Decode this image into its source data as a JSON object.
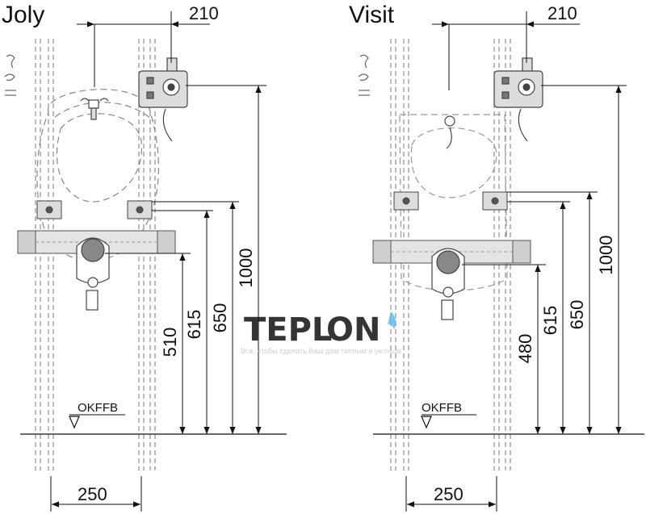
{
  "left": {
    "title": "Joly",
    "dim_top": "210",
    "dim_bottom": "250",
    "dim_1000": "1000",
    "dim_650": "650",
    "dim_615": "615",
    "dim_low": "510",
    "floor_ref": "OKFFB"
  },
  "right": {
    "title": "Visit",
    "dim_top": "210",
    "dim_bottom": "250",
    "dim_1000": "1000",
    "dim_650": "650",
    "dim_615": "615",
    "dim_low": "480",
    "floor_ref": "OKFFB"
  },
  "watermark": {
    "brand_a": "TEPL",
    "brand_b": "ON",
    "tagline": "Всё, чтобы сделать Ваш дом тёплым и уютным",
    "color_a": "#5bc0eb",
    "color_b": "#e8415a"
  }
}
